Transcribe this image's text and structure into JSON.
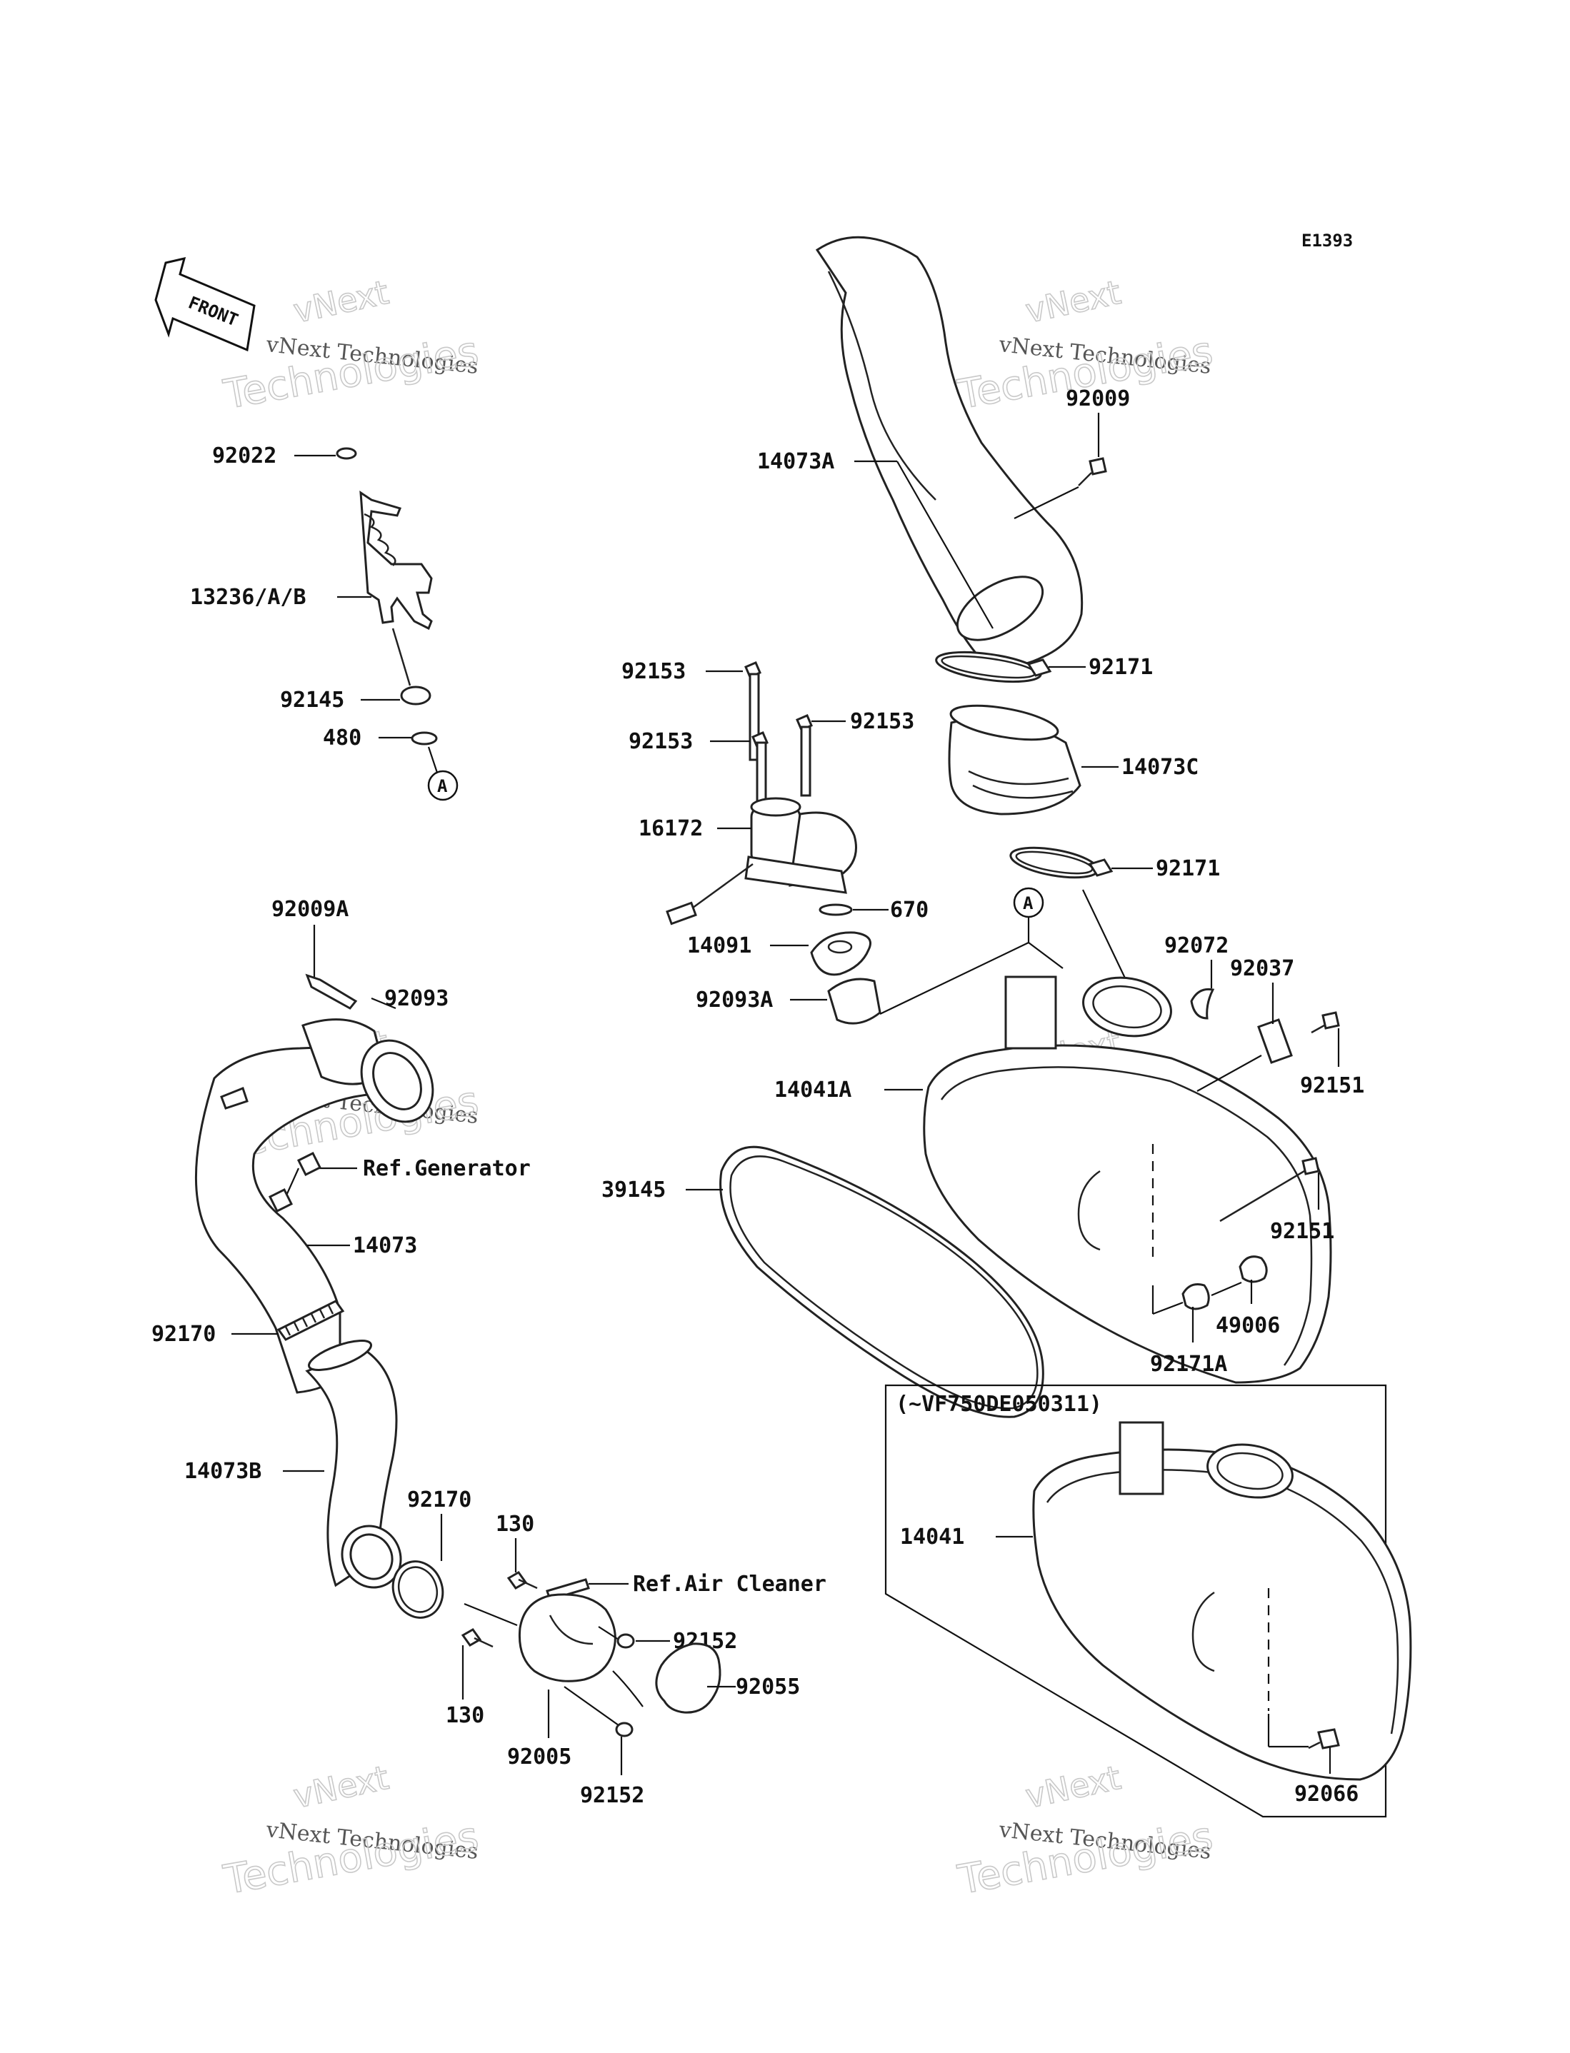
{
  "diagram_code": "E1393",
  "front_label": "FRONT",
  "watermark": {
    "line1": "vNext",
    "line2": "vNext Technologies",
    "line3": "Technologies"
  },
  "variant_box_label": "(~VF750DE050311)",
  "reference_marker": "A",
  "parts": {
    "p92022": "92022",
    "p13236": "13236/A/B",
    "p92145": "92145",
    "p480": "480",
    "p92009A": "92009A",
    "p92093": "92093",
    "ref_generator": "Ref.Generator",
    "p14073": "14073",
    "p92170_a": "92170",
    "p14073B": "14073B",
    "p92170_b": "92170",
    "p130_a": "130",
    "ref_air_cleaner": "Ref.Air Cleaner",
    "p92152_a": "92152",
    "p92055": "92055",
    "p130_b": "130",
    "p92005": "92005",
    "p92152_b": "92152",
    "p14073A": "14073A",
    "p92009": "92009",
    "p92171_a": "92171",
    "p14073C": "14073C",
    "p92171_b": "92171",
    "p92153_a": "92153",
    "p92153_b": "92153",
    "p92153_c": "92153",
    "p16172": "16172",
    "p670": "670",
    "p14091": "14091",
    "p92093A": "92093A",
    "p92072": "92072",
    "p92037": "92037",
    "p92151_a": "92151",
    "p14041A": "14041A",
    "p39145": "39145",
    "p92151_b": "92151",
    "p49006": "49006",
    "p92171A": "92171A",
    "p14041": "14041",
    "p92066": "92066"
  }
}
